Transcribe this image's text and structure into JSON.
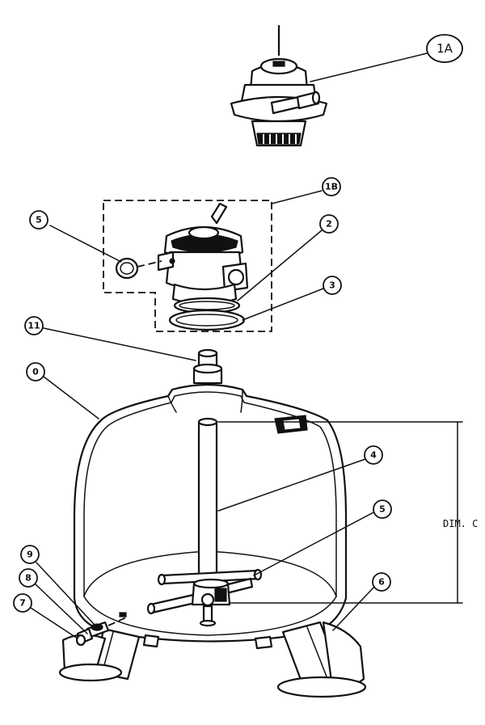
{
  "callouts": {
    "valve_1a": "1A",
    "valve_1b": "1B",
    "gauge": "5",
    "o_ring": "2",
    "clamp": "3",
    "diffuser": "11",
    "tank": "0",
    "standpipe": "4",
    "laterals": "5",
    "base": "6",
    "drain_plug": "7",
    "drain_nut": "8",
    "drain_gasket": "9"
  },
  "dimension_label": "DIM. C",
  "colors": {
    "line": "#111111",
    "paper": "#ffffff"
  }
}
